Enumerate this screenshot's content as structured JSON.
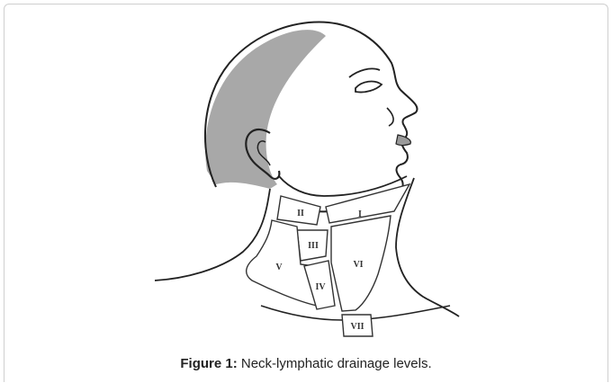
{
  "figure": {
    "caption_label": "Figure 1:",
    "caption_text": " Neck-lymphatic drainage levels.",
    "levels": [
      "I",
      "II",
      "III",
      "IV",
      "V",
      "VI",
      "VII"
    ]
  },
  "colors": {
    "hair": "#a8a8a8",
    "outline": "#222222",
    "region_fill": "#ffffff"
  }
}
